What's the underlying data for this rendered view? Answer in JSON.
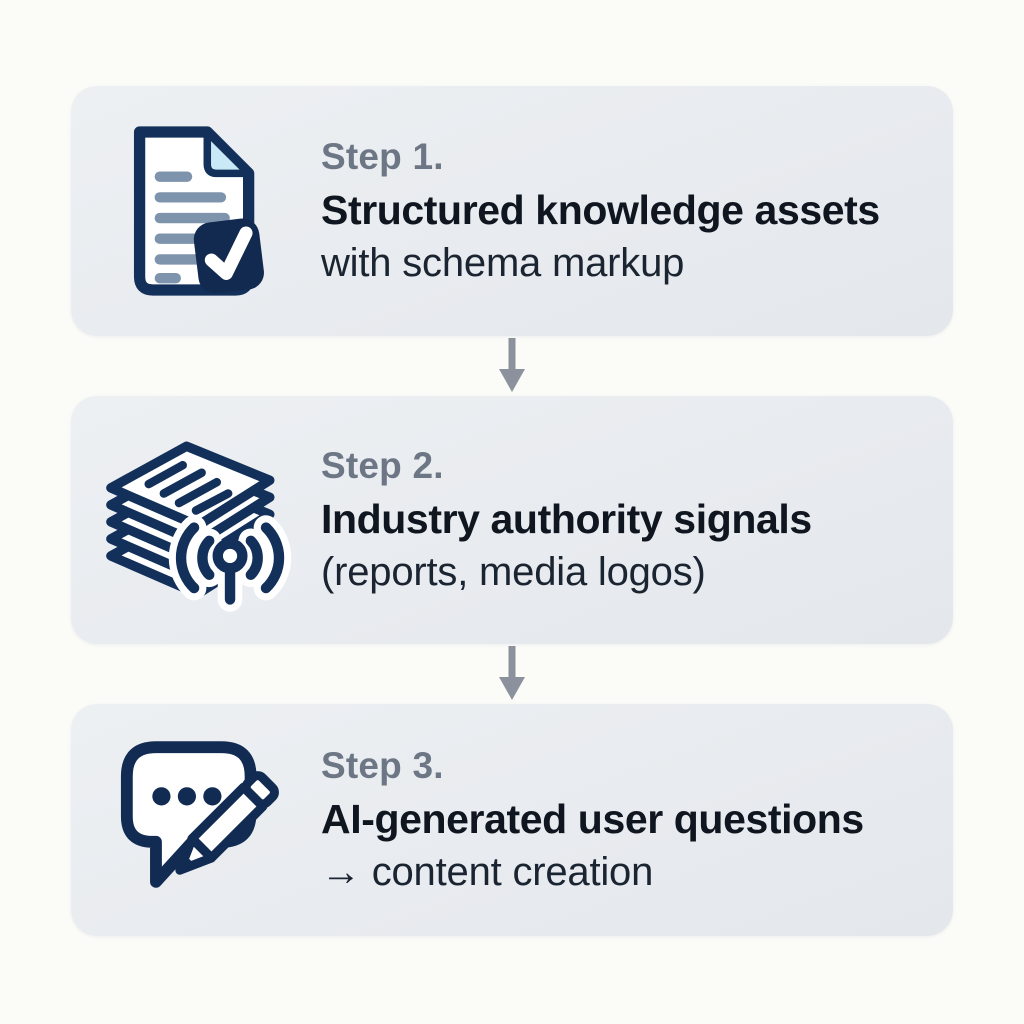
{
  "diagram": {
    "type": "vertical-process-flow",
    "background": "#fbfbf8"
  },
  "steps": [
    {
      "label": "Step 1.",
      "title": "Structured knowledge assets",
      "subtitle": "with schema markup",
      "icon": "document-check-icon"
    },
    {
      "label": "Step 2.",
      "title": "Industry authority signals",
      "subtitle": "(reports, media logos)",
      "icon": "report-stack-broadcast-icon"
    },
    {
      "label": "Step 3.",
      "title": "AI-generated user questions",
      "subtitle": "→ content creation",
      "icon": "chat-pencil-icon"
    }
  ],
  "connector": {
    "icon": "down-arrow-icon",
    "color": "#8b929e"
  },
  "colors": {
    "card_background": "#e8ebef",
    "step_label": "#6d7684",
    "title_text": "#10161f",
    "subtitle_text": "#1b2431",
    "icon_navy": "#12305a",
    "icon_badge_navy": "#122a50",
    "icon_doc_lines": "#7e94ac",
    "icon_fold_blue": "#c9e9f6",
    "arrow_gray": "#8b929e"
  }
}
